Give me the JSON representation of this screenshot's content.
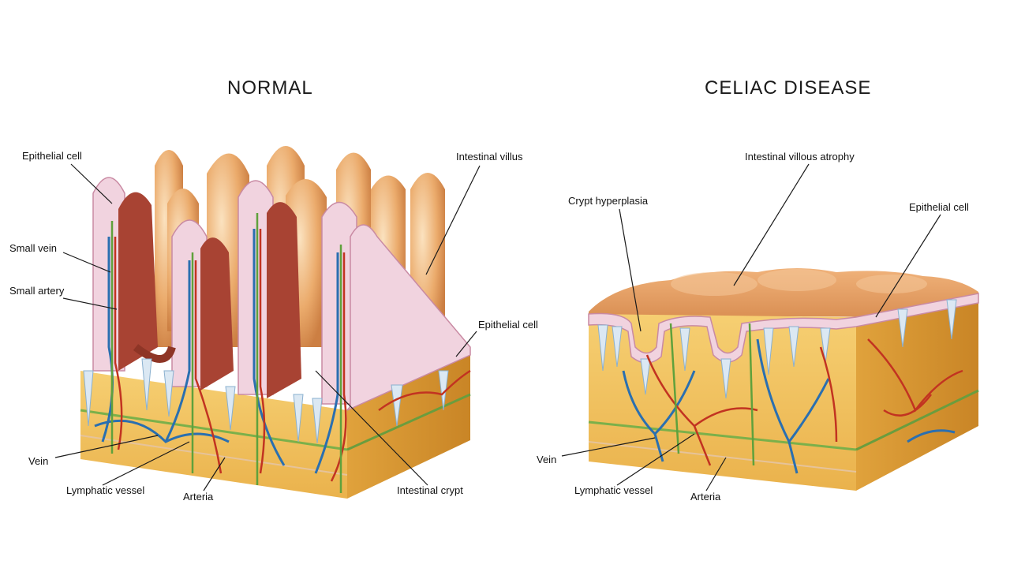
{
  "normal": {
    "title": "NORMAL",
    "labels": {
      "epithelial_cell_left": "Epithelial cell",
      "small_vein": "Small vein",
      "small_artery": "Small artery",
      "intestinal_villus": "Intestinal villus",
      "epithelial_cell_right": "Epithelial cell",
      "vein": "Vein",
      "lymphatic_vessel": "Lymphatic vessel",
      "arteria": "Arteria",
      "intestinal_crypt": "Intestinal crypt"
    }
  },
  "celiac": {
    "title": "CELIAC DISEASE",
    "labels": {
      "intestinal_villous_atrophy": "Intestinal villous atrophy",
      "crypt_hyperplasia": "Crypt hyperplasia",
      "epithelial_cell": "Epithelial cell",
      "vein": "Vein",
      "lymphatic_vessel": "Lymphatic vessel",
      "arteria": "Arteria"
    }
  },
  "colors": {
    "villus": "#e9a868",
    "villus_light": "#f6d3a6",
    "tissue": "#f1c15c",
    "tissue_side": "#d9962e",
    "lumen": "#9c3b2b",
    "epithelium": "#f4dde6",
    "vein": "#2a6fb0",
    "artery": "#c23321",
    "lymph": "#6aa843"
  }
}
